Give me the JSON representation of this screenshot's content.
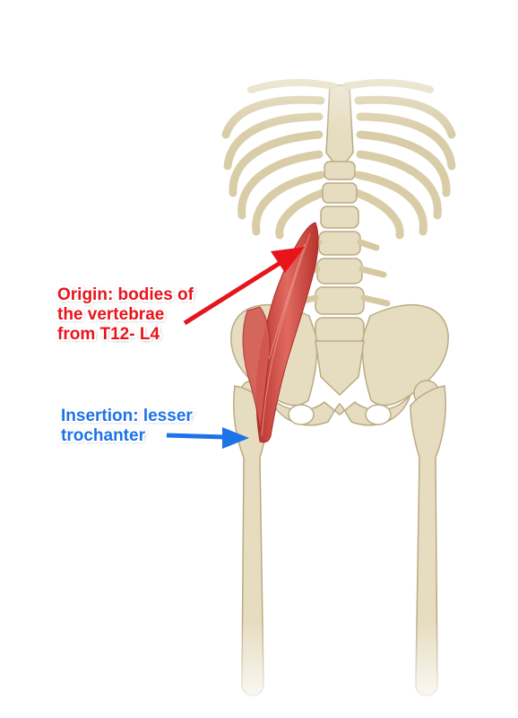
{
  "labels": {
    "origin": {
      "lines": [
        "Origin: bodies of",
        "the vertebrae",
        "from T12- L4"
      ],
      "color": "#e8141b"
    },
    "insertion": {
      "lines": [
        "Insertion: lesser",
        "trochanter"
      ],
      "color": "#1e73e8"
    }
  },
  "colors": {
    "bone": "#e6dcc0",
    "bone_edge": "#b9ab84",
    "muscle": "#d9534c",
    "muscle_dark": "#b8332d",
    "origin_arrow": "#e8141b",
    "insertion_arrow": "#1e73e8"
  }
}
